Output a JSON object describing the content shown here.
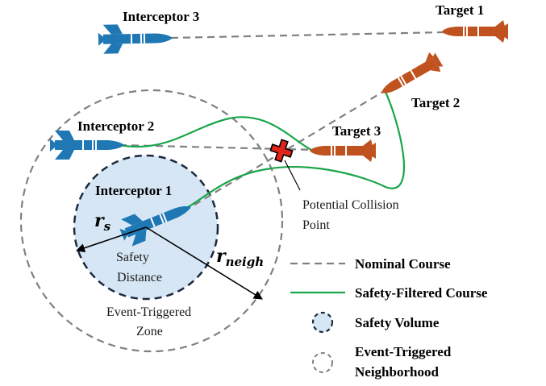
{
  "labels": {
    "interceptor1": "Interceptor 1",
    "interceptor2": "Interceptor 2",
    "interceptor3": "Interceptor 3",
    "target1": "Target 1",
    "target2": "Target 2",
    "target3": "Target 3",
    "r_s_main": "r",
    "r_s_sub": "s",
    "r_neigh_main": "r",
    "r_neigh_sub": "neigh",
    "safety_line1": "Safety",
    "safety_line2": "Distance",
    "event_line1": "Event-Triggered",
    "event_line2": "Zone",
    "collision_line1": "Potential Collision",
    "collision_line2": "Point"
  },
  "legend": {
    "nominal": "Nominal Course",
    "filtered": "Safety-Filtered Course",
    "safety_volume": "Safety Volume",
    "neighborhood_line1": "Event-Triggered",
    "neighborhood_line2": "Neighborhood"
  },
  "colors": {
    "interceptor": "#1f78b4",
    "target": "#c0521f",
    "nominal": "#808080",
    "filtered": "#1aa64a",
    "safety_fill": "#d6e6f5",
    "safety_stroke": "#1b2a3f",
    "collision": "#e2231a"
  }
}
